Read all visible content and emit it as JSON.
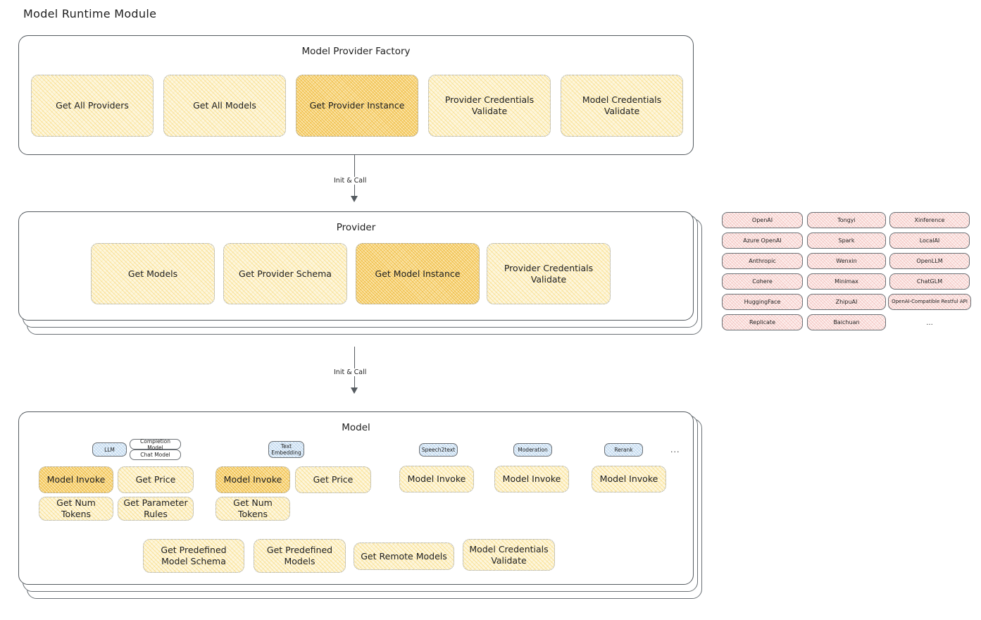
{
  "page": {
    "title": "Model Runtime Module",
    "colors": {
      "accent_yellow": "#fdf6dd",
      "accent_yellow_strong": "#fae4a8",
      "accent_red": "#fdf0ef",
      "accent_blue": "#eaf3fb",
      "stroke": "#555b60",
      "text": "#1e1e1e"
    }
  },
  "factory": {
    "title": "Model Provider Factory",
    "boxes": [
      {
        "label": "Get All Providers",
        "highlighted": false
      },
      {
        "label": "Get All Models",
        "highlighted": false
      },
      {
        "label": "Get Provider Instance",
        "highlighted": true
      },
      {
        "label": "Provider Credentials Validate",
        "highlighted": false
      },
      {
        "label": "Model Credentials Validate",
        "highlighted": false
      }
    ]
  },
  "arrows": [
    {
      "label": "Init & Call"
    },
    {
      "label": "Init & Call"
    }
  ],
  "provider": {
    "title": "Provider",
    "boxes": [
      {
        "label": "Get Models",
        "highlighted": false
      },
      {
        "label": "Get Provider Schema",
        "highlighted": false
      },
      {
        "label": "Get Model Instance",
        "highlighted": true
      },
      {
        "label": "Provider Credentials Validate",
        "highlighted": false
      }
    ]
  },
  "provider_list": {
    "columns": [
      {
        "items": [
          "OpenAI",
          "Azure OpenAI",
          "Anthropic",
          "Cohere",
          "HuggingFace",
          "Replicate"
        ]
      },
      {
        "items": [
          "Tongyi",
          "Spark",
          "Wenxin",
          "Minimax",
          "ZhipuAI",
          "Baichuan"
        ]
      },
      {
        "items": [
          "Xinference",
          "LocalAI",
          "OpenLLM",
          "ChatGLM",
          "OpenAI-Compatible Restful API"
        ]
      }
    ],
    "more": "..."
  },
  "model": {
    "title": "Model",
    "more": "...",
    "types": [
      {
        "badge": "LLM",
        "badge_style": "blue",
        "sub_badges": [
          "Completion Model",
          "Chat Model"
        ],
        "methods": [
          {
            "label": "Model Invoke",
            "highlighted": true
          },
          {
            "label": "Get Price",
            "highlighted": false
          },
          {
            "label": "Get Num Tokens",
            "highlighted": false
          },
          {
            "label": "Get Parameter Rules",
            "highlighted": false
          }
        ]
      },
      {
        "badge": "Text Embedding",
        "badge_style": "blue",
        "sub_badges": [],
        "methods": [
          {
            "label": "Model Invoke",
            "highlighted": true
          },
          {
            "label": "Get Price",
            "highlighted": false
          },
          {
            "label": "Get Num Tokens",
            "highlighted": false
          }
        ]
      },
      {
        "badge": "Speech2text",
        "badge_style": "blue",
        "sub_badges": [],
        "methods": [
          {
            "label": "Model Invoke",
            "highlighted": false
          }
        ]
      },
      {
        "badge": "Moderation",
        "badge_style": "blue",
        "sub_badges": [],
        "methods": [
          {
            "label": "Model Invoke",
            "highlighted": false
          }
        ]
      },
      {
        "badge": "Rerank",
        "badge_style": "blue",
        "sub_badges": [],
        "methods": [
          {
            "label": "Model Invoke",
            "highlighted": false
          }
        ]
      }
    ],
    "shared_methods": [
      {
        "label": "Get Predefined Model Schema"
      },
      {
        "label": "Get Predefined Models"
      },
      {
        "label": "Get Remote Models"
      },
      {
        "label": "Model Credentials Validate"
      }
    ]
  }
}
